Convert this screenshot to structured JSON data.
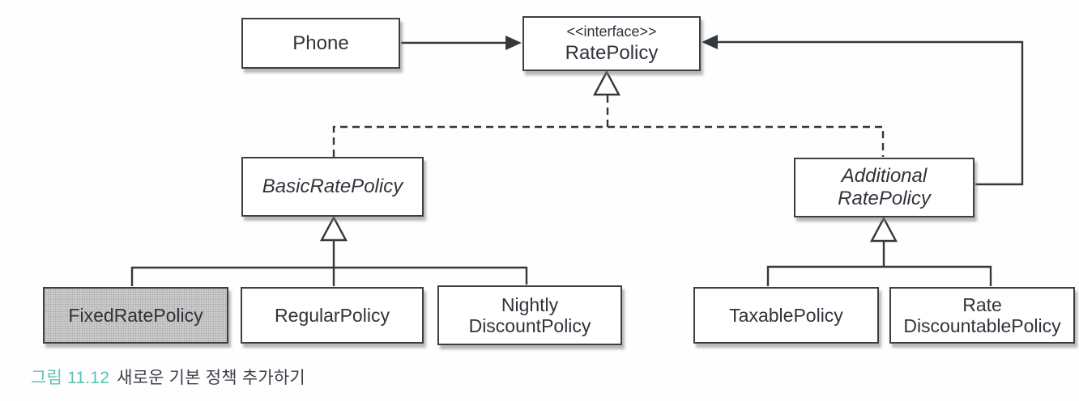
{
  "diagram": {
    "nodes": {
      "phone": {
        "label": "Phone"
      },
      "rate_policy": {
        "stereotype": "<<interface>>",
        "label": "RatePolicy"
      },
      "basic_rate_policy": {
        "label": "BasicRatePolicy"
      },
      "additional_rate_policy": {
        "label_line1": "Additional",
        "label_line2": "RatePolicy"
      },
      "fixed_rate_policy": {
        "label": "FixedRatePolicy"
      },
      "regular_policy": {
        "label": "RegularPolicy"
      },
      "nightly_discount_policy": {
        "label_line1": "Nightly",
        "label_line2": "DiscountPolicy"
      },
      "taxable_policy": {
        "label": "TaxablePolicy"
      },
      "rate_discountable_policy": {
        "label_line1": "Rate",
        "label_line2": "DiscountablePolicy"
      }
    },
    "relationships": {
      "phone_to_ratepolicy": "association-arrow",
      "additional_to_ratepolicy_loop": "association-arrow",
      "basic_realizes_ratepolicy": "dashed-realization",
      "additional_realizes_ratepolicy": "dashed-realization",
      "children_inherit_basic": "generalization",
      "children_inherit_additional": "generalization"
    },
    "caption": {
      "figure_label": "그림 11.12",
      "text": "새로운 기본 정책 추가하기"
    },
    "colors": {
      "line": "#33383d",
      "text": "#2f343a",
      "caption_accent": "#5cc4b2",
      "highlight_fill": "#cccccc",
      "node_fill": "#ffffff"
    }
  }
}
